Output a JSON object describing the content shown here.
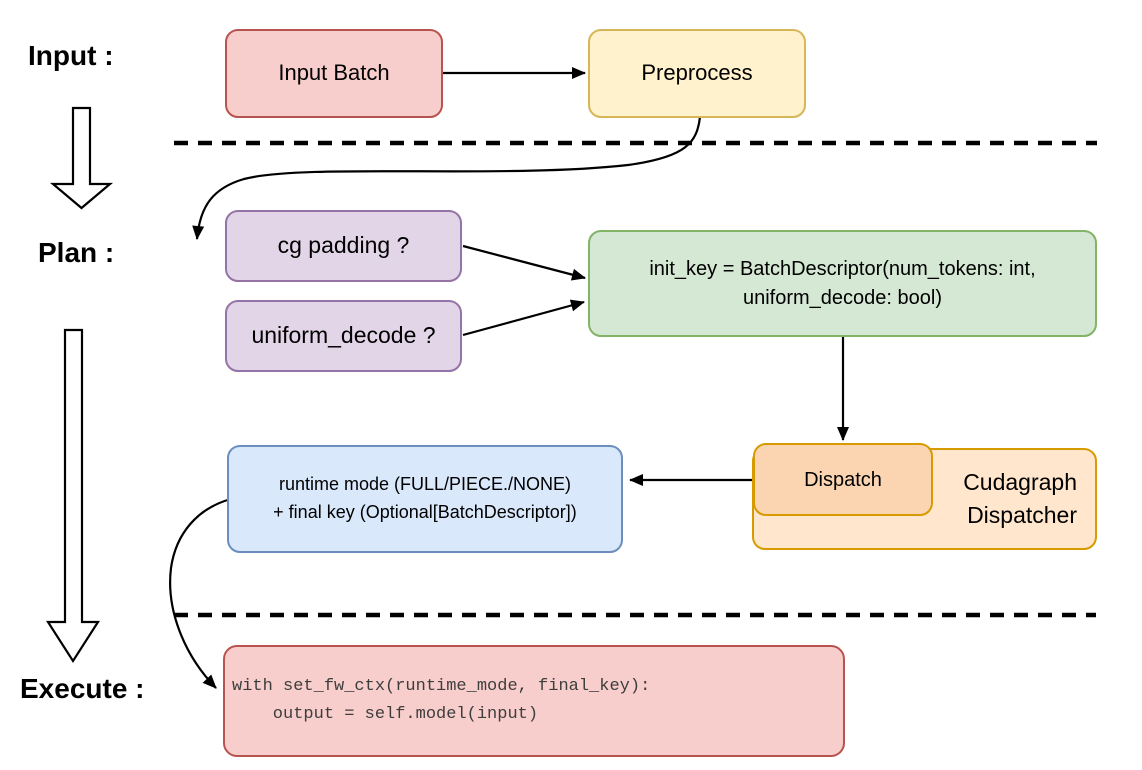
{
  "diagram": {
    "title_context": "Cudagraph dispatch flow (Input / Plan / Execute)",
    "stage_labels": {
      "input": "Input :",
      "plan": "Plan :",
      "execute": "Execute :"
    },
    "nodes": {
      "input_batch": {
        "label": "Input Batch",
        "fill": "#F8CECC",
        "stroke": "#B85450"
      },
      "preprocess": {
        "label": "Preprocess",
        "fill": "#FFF2CC",
        "stroke": "#D6B656"
      },
      "cg_padding": {
        "label": "cg padding ?",
        "fill": "#E1D5E7",
        "stroke": "#9673A6"
      },
      "uniform_decode": {
        "label": "uniform_decode ?",
        "fill": "#E1D5E7",
        "stroke": "#9673A6"
      },
      "init_key": {
        "line1": "init_key = BatchDescriptor(num_tokens: int,",
        "line2": "uniform_decode: bool)",
        "fill": "#D5E8D4",
        "stroke": "#82B366"
      },
      "dispatch": {
        "label": "Dispatch",
        "fill": "#FBD5B2",
        "stroke": "#D79B00"
      },
      "cudagraph_dispatcher": {
        "line1": "Cudagraph",
        "line2": "Dispatcher",
        "fill": "#FFE6CC",
        "stroke": "#D79B00"
      },
      "runtime_mode": {
        "line1": "runtime mode (FULL/PIECE./NONE)",
        "line2": "+ final key (Optional[BatchDescriptor])",
        "fill": "#DAE8FC",
        "stroke": "#6C8EBF"
      },
      "execute_code": {
        "line1": "with set_fw_ctx(runtime_mode, final_key):",
        "line2": "    output = self.model(input)",
        "fill": "#F8CECC",
        "stroke": "#B85450"
      }
    },
    "connections": [
      "Input Batch -> Preprocess",
      "Preprocess -> cg padding ?",
      "cg padding ? -> init_key",
      "uniform_decode ? -> init_key",
      "init_key -> Dispatch",
      "Dispatch -> runtime mode + final key",
      "runtime mode + final key -> execute code",
      "Input stage -> Plan stage (hollow arrow)",
      "Plan stage -> Execute stage (hollow arrow)"
    ],
    "separators": [
      "dashed line between Input and Plan",
      "dashed line between Plan and Execute"
    ],
    "line_color": "#000000"
  }
}
